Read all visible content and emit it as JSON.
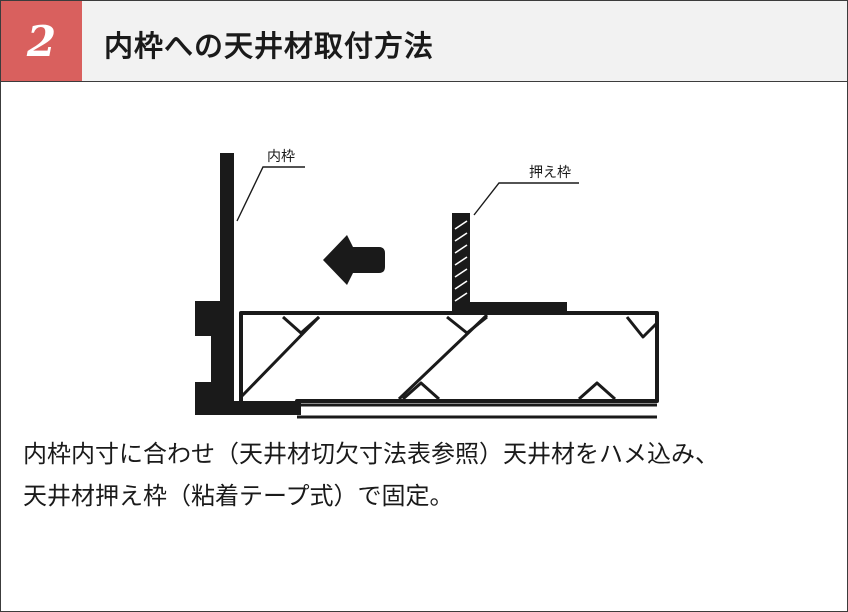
{
  "header": {
    "step_number": "2",
    "title": "内枠への天井材取付方法",
    "badge_color": "#d9605e"
  },
  "diagram": {
    "label_inner_frame": "内枠",
    "label_press_frame": "押え枠",
    "arrow_direction": "left"
  },
  "description": {
    "line1": "内枠内寸に合わせ（天井材切欠寸法表参照）天井材をハメ込み、",
    "line2": "天井材押え枠（粘着テープ式）で固定。"
  }
}
